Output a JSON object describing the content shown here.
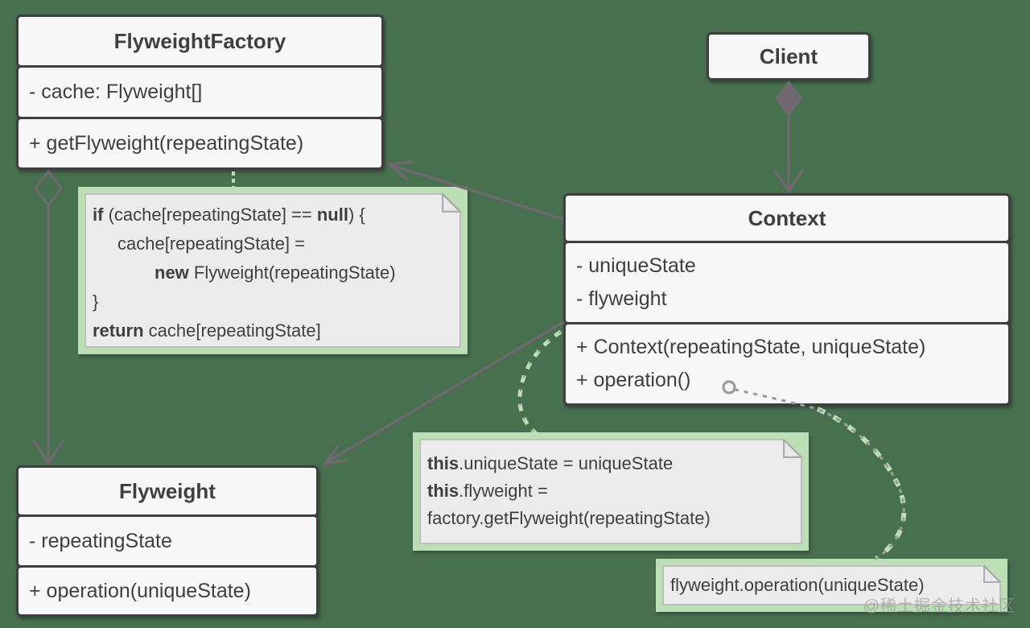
{
  "diagram": {
    "pattern_name": "Flyweight",
    "background": "#47704F"
  },
  "colors": {
    "bg": "#47704F",
    "box_border": "#3E3E3E",
    "box_fill": "#F7F7F7",
    "ink": "#3F3F3F",
    "arrow": "#6F696F",
    "note_frame": "#BCDFB6",
    "note_fill": "#ECECEC",
    "note_border": "#BFBFBF"
  },
  "classes": {
    "factory": {
      "title": "FlyweightFactory",
      "attributes": [
        "- cache: Flyweight[]"
      ],
      "methods": [
        "+ getFlyweight(repeatingState)"
      ]
    },
    "client": {
      "title": "Client",
      "attributes": [],
      "methods": []
    },
    "context": {
      "title": "Context",
      "attributes": [
        "- uniqueState",
        "- flyweight"
      ],
      "methods": [
        "+ Context(repeatingState, uniqueState)",
        "+ operation()"
      ]
    },
    "flyweight": {
      "title": "Flyweight",
      "attributes": [
        "- repeatingState"
      ],
      "methods": [
        "+ operation(uniqueState)"
      ]
    }
  },
  "notes": {
    "factory_code": {
      "lines": [
        {
          "indent": 0,
          "segments": [
            {
              "text": "if",
              "bold": true
            },
            {
              "text": " (cache[repeatingState] == "
            },
            {
              "text": "null",
              "bold": true
            },
            {
              "text": ") {"
            }
          ]
        },
        {
          "indent": 31,
          "segments": [
            {
              "text": "cache[repeatingState] ="
            }
          ]
        },
        {
          "indent": 77,
          "segments": [
            {
              "text": "new",
              "bold": true
            },
            {
              "text": " Flyweight(repeatingState)"
            }
          ]
        },
        {
          "indent": 0,
          "segments": [
            {
              "text": "}"
            }
          ]
        },
        {
          "indent": 0,
          "segments": [
            {
              "text": "return",
              "bold": true
            },
            {
              "text": " cache[repeatingState]"
            }
          ]
        }
      ]
    },
    "context_ctor_code": {
      "lines": [
        {
          "indent": 0,
          "segments": [
            {
              "text": "this",
              "bold": true
            },
            {
              "text": ".uniqueState = uniqueState"
            }
          ]
        },
        {
          "indent": 0,
          "segments": [
            {
              "text": "this",
              "bold": true
            },
            {
              "text": ".flyweight ="
            }
          ]
        },
        {
          "indent": 0,
          "segments": [
            {
              "text": "factory.getFlyweight(repeatingState)"
            }
          ]
        }
      ]
    },
    "operation_code": {
      "lines": [
        {
          "indent": 0,
          "segments": [
            {
              "text": "flyweight.operation(uniqueState)"
            }
          ]
        }
      ]
    }
  },
  "connectors": [
    {
      "name": "client-owns-context",
      "type": "composition",
      "from": "Client",
      "to": "Context"
    },
    {
      "name": "factory-aggregates-flyweight",
      "type": "aggregation",
      "from": "FlyweightFactory",
      "to": "Flyweight"
    },
    {
      "name": "context-references-factory",
      "type": "association",
      "from": "Context",
      "to": "FlyweightFactory"
    },
    {
      "name": "context-references-flyweight",
      "type": "association",
      "from": "Context",
      "to": "Flyweight"
    },
    {
      "name": "note-anchor-getflyweight",
      "type": "note-anchor",
      "from": "factory_code",
      "to": "getFlyweight(repeatingState)"
    },
    {
      "name": "note-anchor-constructor",
      "type": "note-anchor",
      "from": "context_ctor_code",
      "to": "Context(repeatingState, uniqueState)"
    },
    {
      "name": "note-anchor-operation",
      "type": "note-anchor",
      "from": "operation_code",
      "to": "operation()"
    }
  ],
  "watermark": "@稀土掘金技术社区"
}
